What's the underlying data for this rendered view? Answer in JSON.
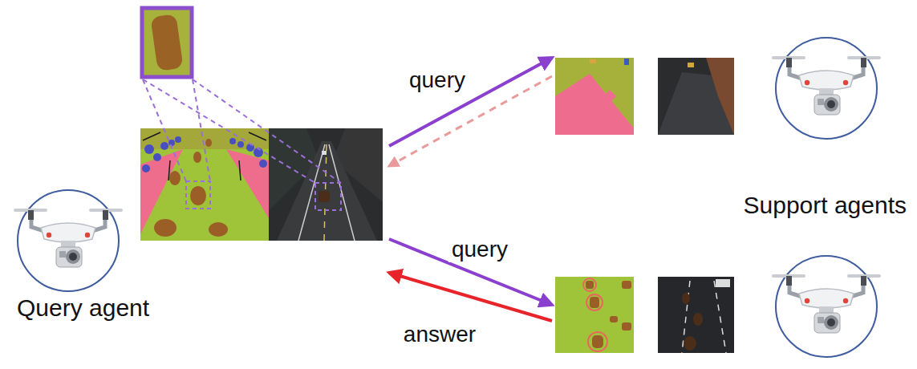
{
  "diagram": {
    "nodes": [
      {
        "text": [
          "Query agent"
        ]
      },
      {
        "text": [
          "Support agents"
        ]
      }
    ],
    "edges": [
      {
        "from": 0,
        "to": 1,
        "arrow": "to",
        "label": "query"
      },
      {
        "from": 1,
        "to": 0,
        "arrow": "to"
      },
      {
        "from": 0,
        "to": 1,
        "arrow": "to",
        "label": "query"
      },
      {
        "from": 1,
        "to": 0,
        "arrow": "to",
        "label": "answer"
      }
    ]
  }
}
